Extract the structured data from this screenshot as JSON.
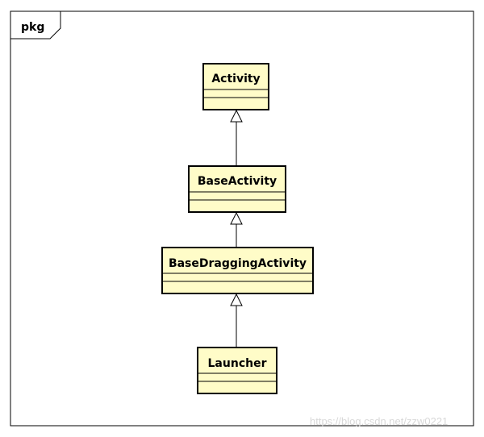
{
  "package": {
    "label": "pkg"
  },
  "classes": [
    {
      "id": "activity",
      "name": "Activity"
    },
    {
      "id": "base-activity",
      "name": "BaseActivity"
    },
    {
      "id": "base-dragging-activity",
      "name": "BaseDraggingActivity"
    },
    {
      "id": "launcher",
      "name": "Launcher"
    }
  ],
  "relations": [
    {
      "type": "generalization",
      "from": "BaseActivity",
      "to": "Activity"
    },
    {
      "type": "generalization",
      "from": "BaseDraggingActivity",
      "to": "BaseActivity"
    },
    {
      "type": "generalization",
      "from": "Launcher",
      "to": "BaseDraggingActivity"
    }
  ],
  "watermark": "https://blog.csdn.net/zzw0221",
  "colors": {
    "class_fill": "#fffcc8",
    "stroke": "#000000"
  }
}
